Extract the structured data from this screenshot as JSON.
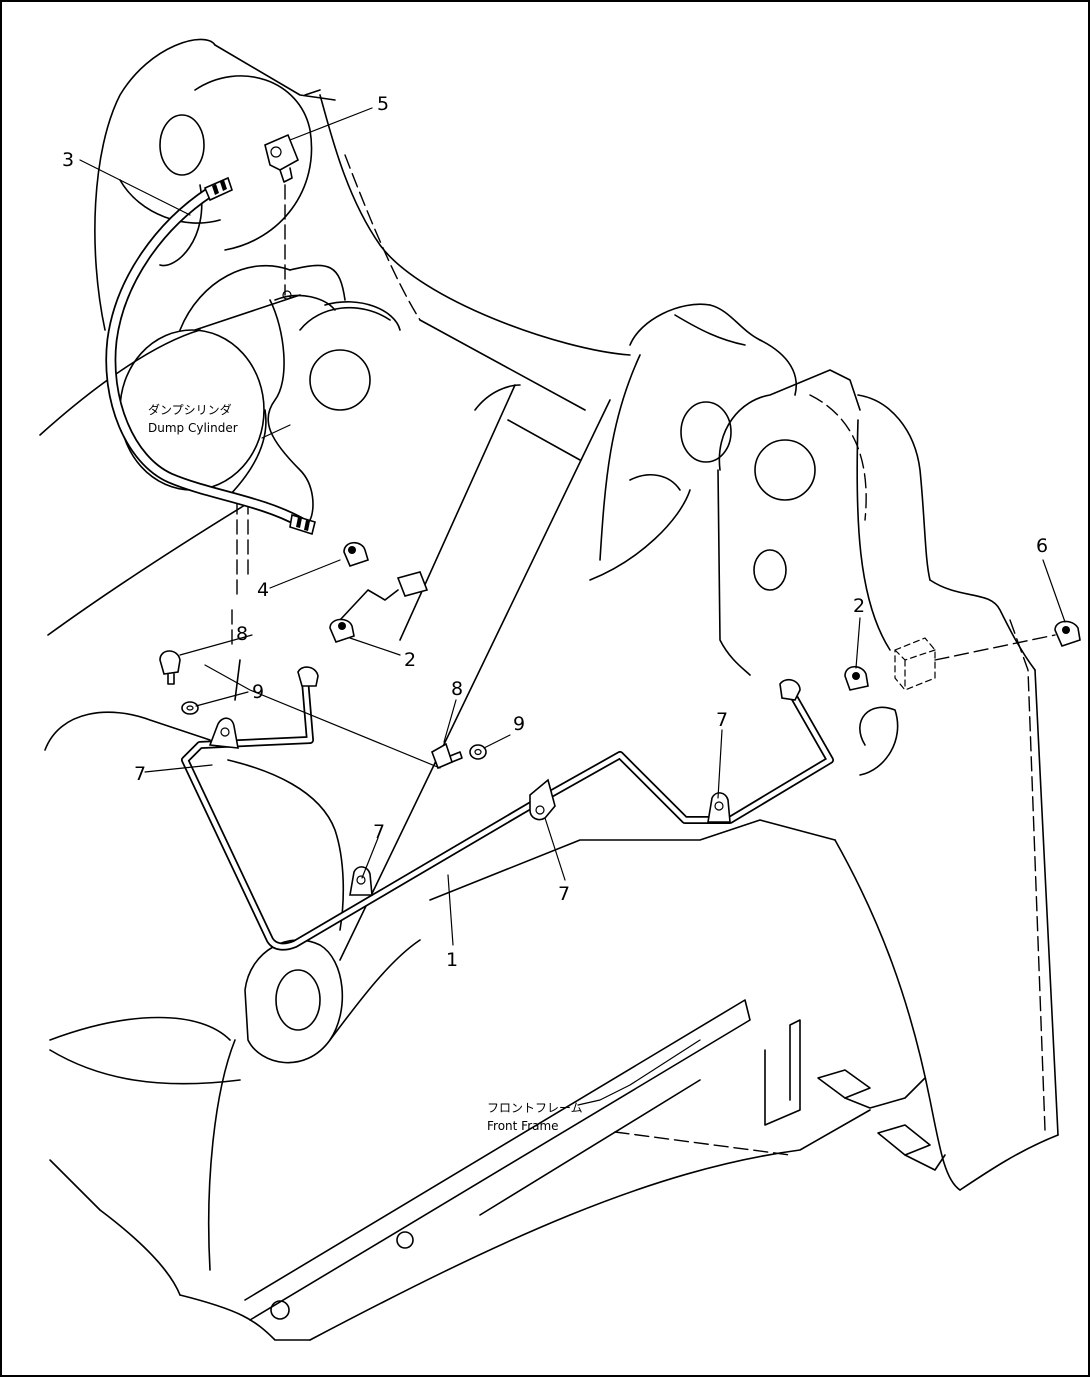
{
  "parts": {
    "p1": "1",
    "p2a": "2",
    "p2b": "2",
    "p3": "3",
    "p4": "4",
    "p5": "5",
    "p6": "6",
    "p7a": "7",
    "p7b": "7",
    "p7c": "7",
    "p7d": "7",
    "p8a": "8",
    "p8b": "8",
    "p9a": "9",
    "p9b": "9"
  },
  "labels": {
    "dump_cylinder_jp": "ダンプシリンダ",
    "dump_cylinder_en": "Dump Cylinder",
    "front_frame_jp": "フロントフレーム",
    "front_frame_en": "Front Frame"
  }
}
